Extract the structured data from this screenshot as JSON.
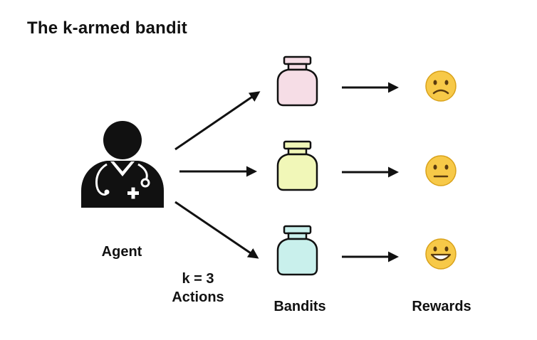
{
  "title": "The k-armed bandit",
  "labels": {
    "agent": "Agent",
    "k_line1": "k = 3",
    "k_line2": "Actions",
    "bandits": "Bandits",
    "rewards": "Rewards"
  },
  "icons": {
    "agent": "doctor-icon",
    "bandits": [
      "bottle-icon",
      "bottle-icon",
      "bottle-icon"
    ],
    "rewards": [
      "sad-face-icon",
      "neutral-face-icon",
      "happy-face-icon"
    ]
  },
  "colors": {
    "bottle_1": "#f6dde6",
    "bottle_2": "#f1f7b8",
    "bottle_3": "#c9f0ec",
    "emoji": "#f7c948",
    "ink": "#111111"
  }
}
